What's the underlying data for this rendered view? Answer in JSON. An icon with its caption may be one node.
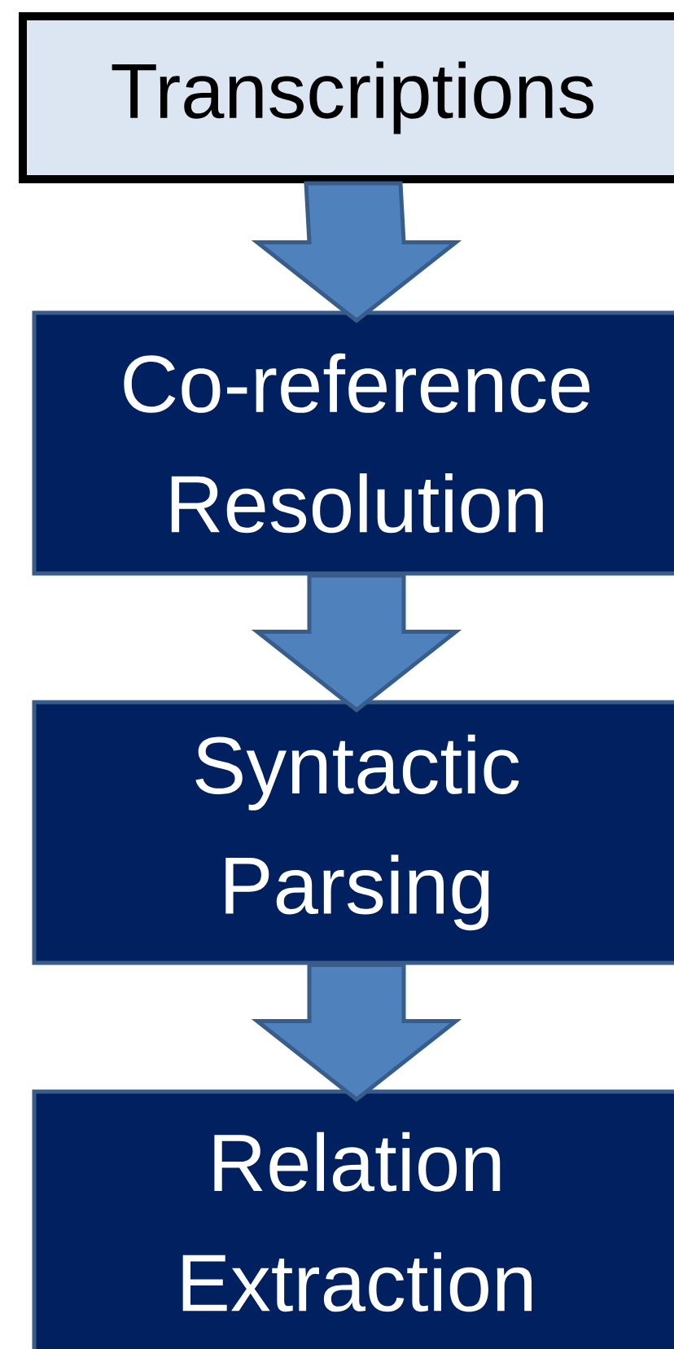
{
  "diagram": {
    "nodes": [
      {
        "text": [
          "Transcriptions"
        ]
      },
      {
        "text": [
          "Co-reference Resolution"
        ]
      },
      {
        "text": [
          "Syntactic Parsing"
        ]
      },
      {
        "text": [
          "Relation Extraction"
        ]
      }
    ],
    "edges": [
      {
        "from": 0,
        "to": 1,
        "arrow": "to"
      },
      {
        "from": 1,
        "to": 2,
        "arrow": "to"
      },
      {
        "from": 2,
        "to": 3,
        "arrow": "to"
      }
    ]
  }
}
